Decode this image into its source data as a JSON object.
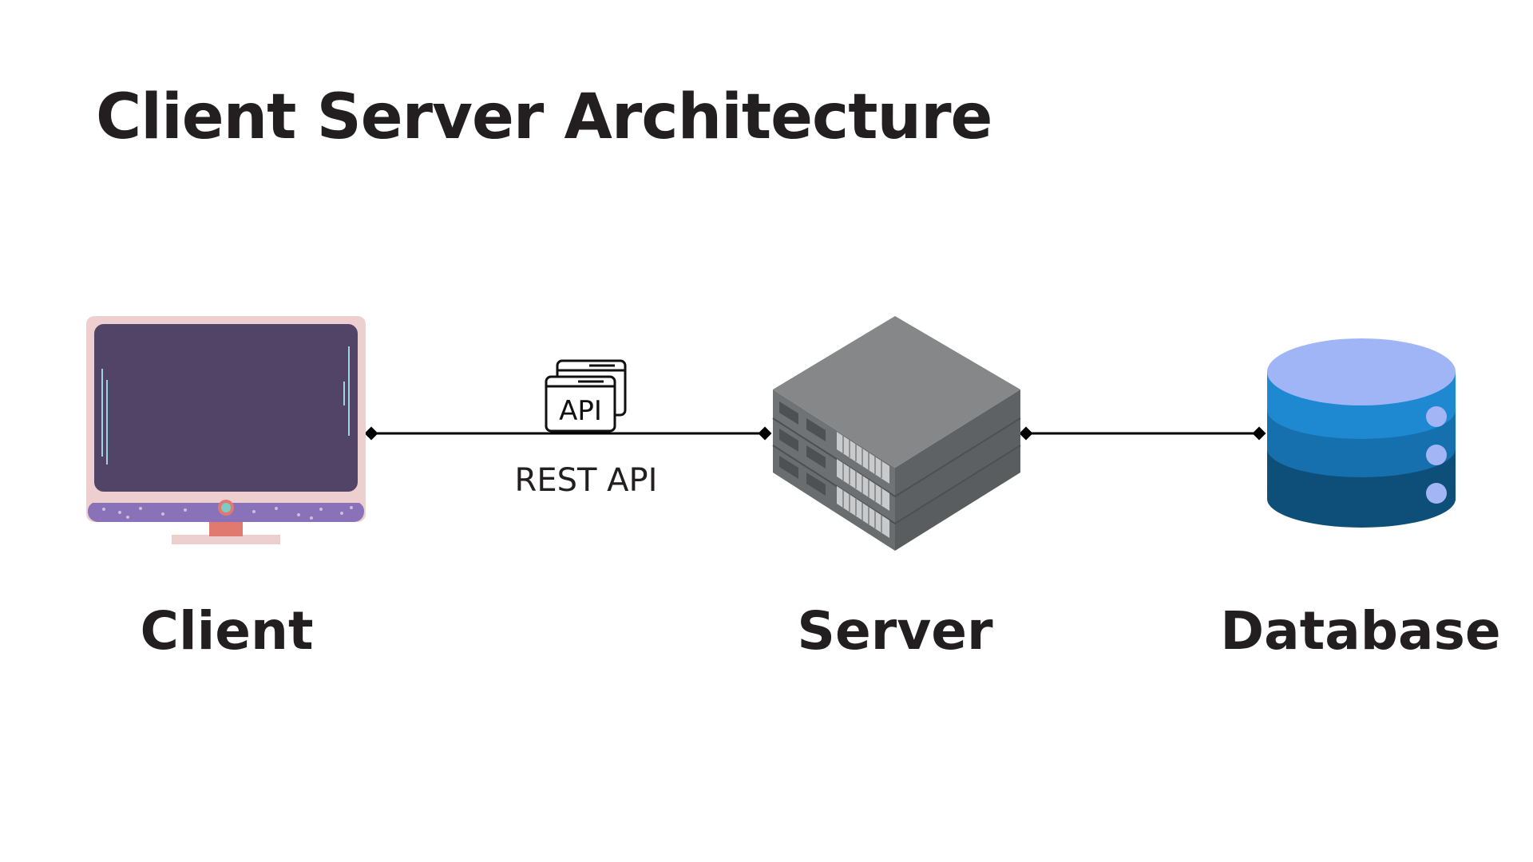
{
  "title": "Client Server Architecture",
  "nodes": {
    "client": {
      "label": "Client",
      "icon": "monitor-icon"
    },
    "server": {
      "label": "Server",
      "icon": "server-rack-icon"
    },
    "database": {
      "label": "Database",
      "icon": "database-icon"
    }
  },
  "connections": {
    "client_server": {
      "label": "REST API",
      "icon": "api-icon",
      "icon_text": "API"
    },
    "server_database": {
      "label": ""
    }
  },
  "colors": {
    "text": "#231f20",
    "line": "#000000",
    "monitor_frame": "#eecfd0",
    "monitor_screen": "#524466",
    "monitor_stand": "#e07a70",
    "monitor_speckle": "#8a72b8",
    "server_top": "#858789",
    "server_left": "#6a6d70",
    "server_right": "#5a5d60",
    "db_top": "#9fb5f6",
    "db_tier1": "#1e88d0",
    "db_tier2": "#1570ad",
    "db_tier3": "#0d4f78",
    "db_dot": "#a3b5f5"
  }
}
